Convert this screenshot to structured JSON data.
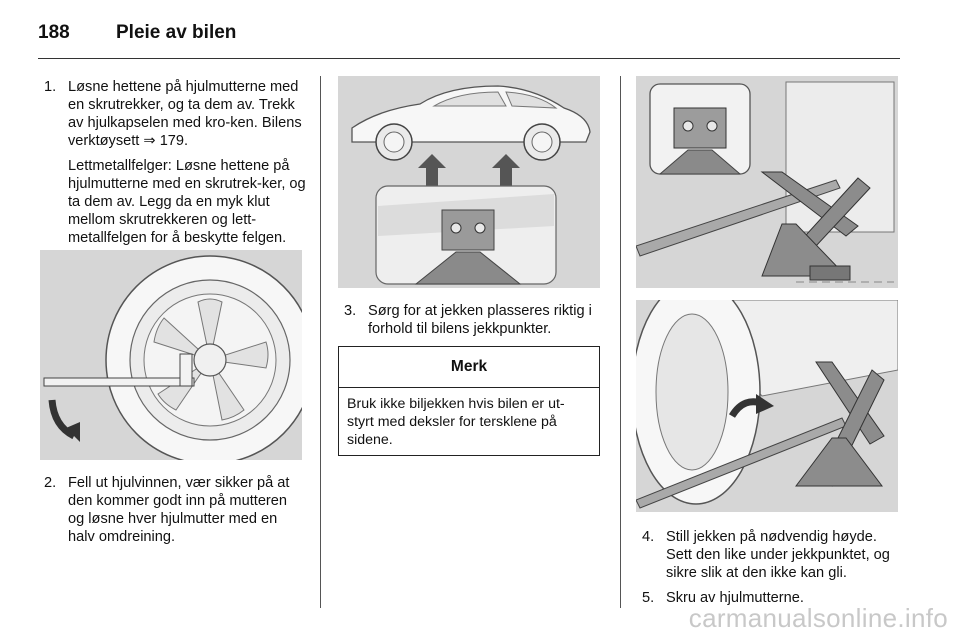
{
  "header": {
    "page_number": "188",
    "title": "Pleie av bilen"
  },
  "steps": [
    {
      "num": "1.",
      "text": "Løsne hettene på hjulmutterne med en skrutrekker, og ta dem av. Trekk av hjulkapselen med kro-ken. Bilens verktøysett ⇒ 179."
    },
    {
      "num": "2.",
      "text": "Fell ut hjulvinnen, vær sikker på at den kommer godt inn på mutteren og løsne hver hjulmutter med en halv omdreining."
    },
    {
      "num": "3.",
      "text": "Sørg for at jekken plasseres riktig i forhold til bilens jekkpunkter."
    },
    {
      "num": "4.",
      "text": "Still jekken på nødvendig høyde. Sett den like under jekkpunktet, og sikre slik at den ikke kan gli."
    },
    {
      "num": "5.",
      "text": "Skru av hjulmutterne."
    }
  ],
  "alloy_note": "Lettmetallfelger: Løsne hettene på hjulmutterne med en skrutrek-ker, og ta dem av. Legg da en myk klut mellom skrutrekkeren og lett-metallfelgen for å beskytte felgen.",
  "note_box": {
    "title": "Merk",
    "body": "Bruk ikke biljekken hvis bilen er ut-styrt med deksler for tersklene på sidene."
  },
  "watermark": "carmanualsonline.info",
  "colors": {
    "figure_bg": "#d6d6d6",
    "line": "#333333",
    "watermark": "#c8c8c8"
  }
}
